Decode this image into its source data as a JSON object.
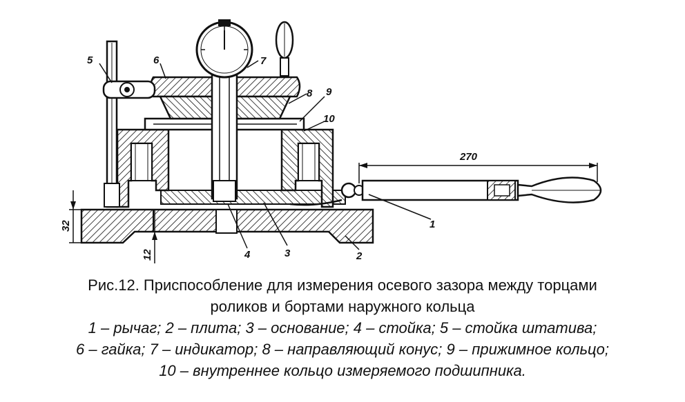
{
  "labels": {
    "n1": "1",
    "n2": "2",
    "n3": "3",
    "n4": "4",
    "n5": "5",
    "n6": "6",
    "n7": "7",
    "n8": "8",
    "n9": "9",
    "n10": "10"
  },
  "dimensions": {
    "length": "270",
    "height": "32",
    "thickness": "12"
  },
  "caption": {
    "title_line1": "Рис.12. Приспособление для измерения осевого зазора между торцами",
    "title_line2": "роликов и бортами наружного кольца",
    "legend_line1": "1 – рычаг; 2 – плита; 3 – основание; 4 – стойка; 5 – стойка штатива;",
    "legend_line2": "6 – гайка; 7 – индикатор; 8 – направляющий  конус;  9 – прижимное  кольцо;",
    "legend_line3": "10 – внутреннее кольцо измеряемого подшипника."
  }
}
